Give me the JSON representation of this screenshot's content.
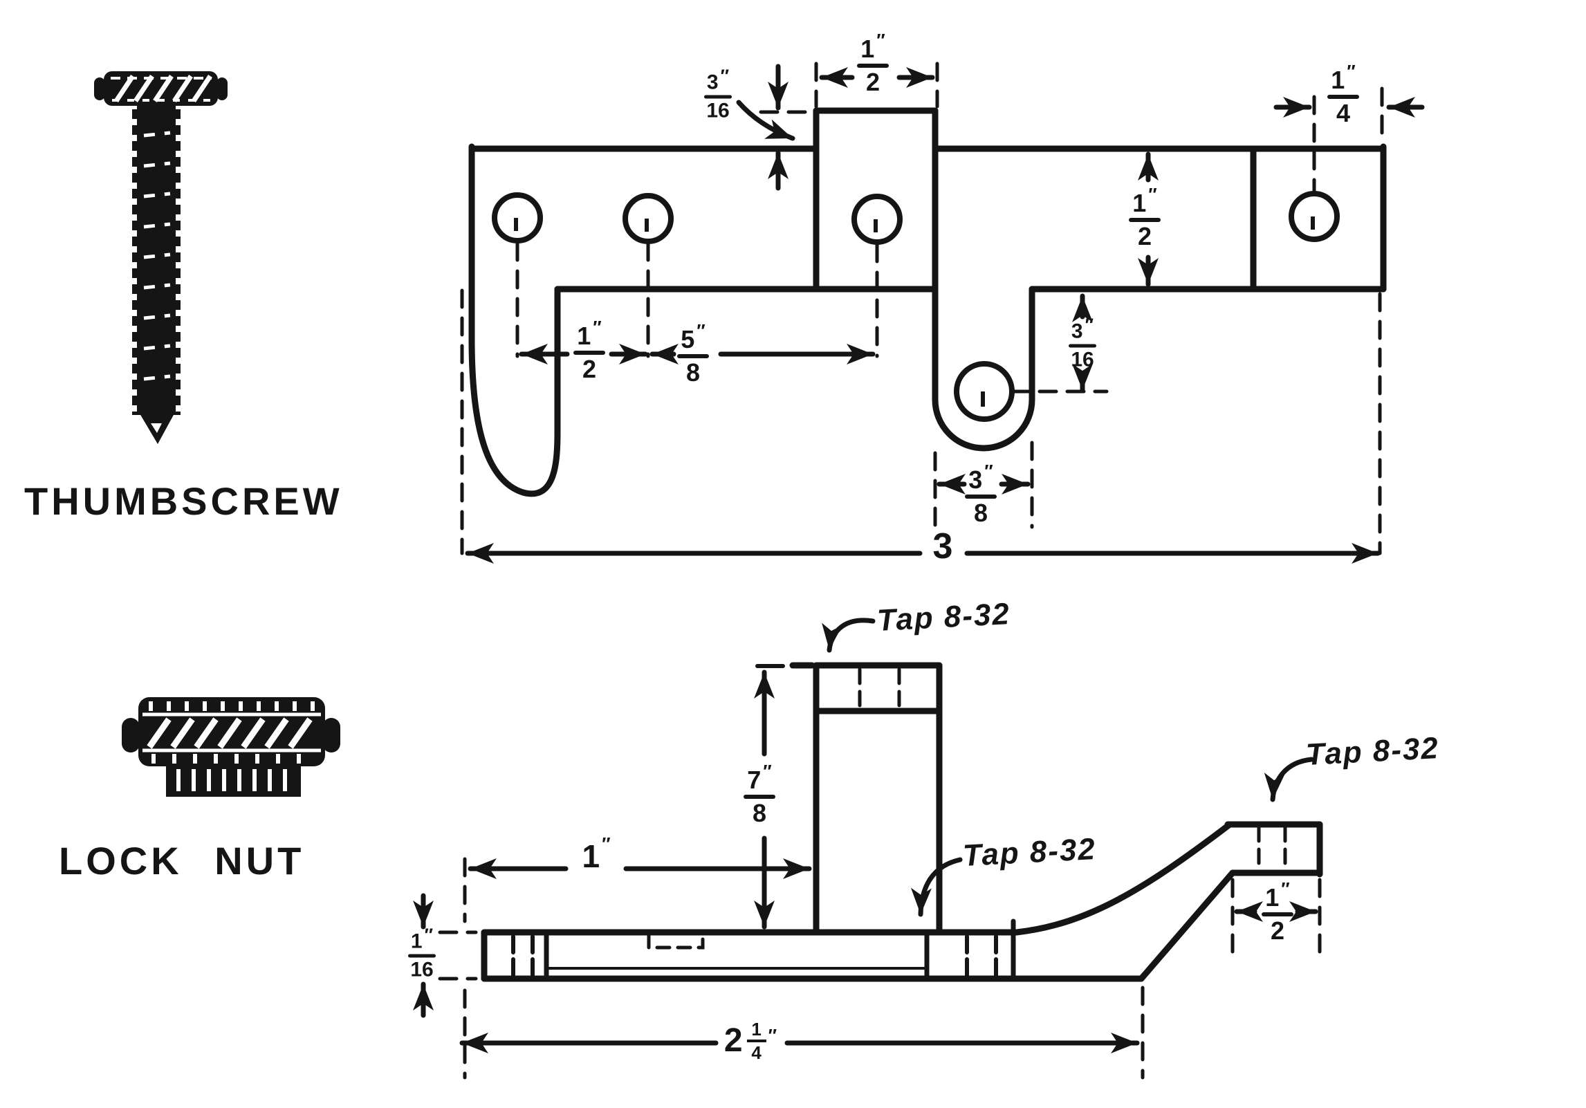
{
  "page": {
    "background": "#ffffff",
    "ink": "#151515"
  },
  "parts": {
    "thumbscrew_label": "THUMBSCREW",
    "lock_nut_label": "LOCK NUT"
  },
  "top_view": {
    "dims": {
      "tab_width": {
        "num": "1",
        "den": "2",
        "unit": "″"
      },
      "tab_raise": {
        "num": "3",
        "den": "16",
        "unit": "″"
      },
      "edge_hole": {
        "num": "1",
        "den": "4",
        "unit": "″"
      },
      "hole_pitch_a": {
        "num": "1",
        "den": "2",
        "unit": "″"
      },
      "hole_pitch_b": {
        "num": "5",
        "den": "8",
        "unit": "″"
      },
      "strip_width": {
        "num": "1",
        "den": "2",
        "unit": "″"
      },
      "slot_hole_drop": {
        "num": "3",
        "den": "16",
        "unit": "″"
      },
      "slot_width": {
        "num": "3",
        "den": "8",
        "unit": "″"
      },
      "overall_length": {
        "whole": "3"
      }
    }
  },
  "side_view": {
    "dims": {
      "post_height": {
        "num": "7",
        "den": "8",
        "unit": "″"
      },
      "post_setback": {
        "whole": "1",
        "unit": "″"
      },
      "base_thickness": {
        "num": "1",
        "den": "16",
        "unit": "″"
      },
      "base_length": {
        "whole": "2",
        "num": "1",
        "den": "4",
        "unit": "″"
      },
      "pad_width": {
        "num": "1",
        "den": "2",
        "unit": "″"
      }
    },
    "taps": {
      "tap1": "Tap 8-32",
      "tap2": "Tap 8-32",
      "tap3": "Tap 8-32"
    }
  }
}
